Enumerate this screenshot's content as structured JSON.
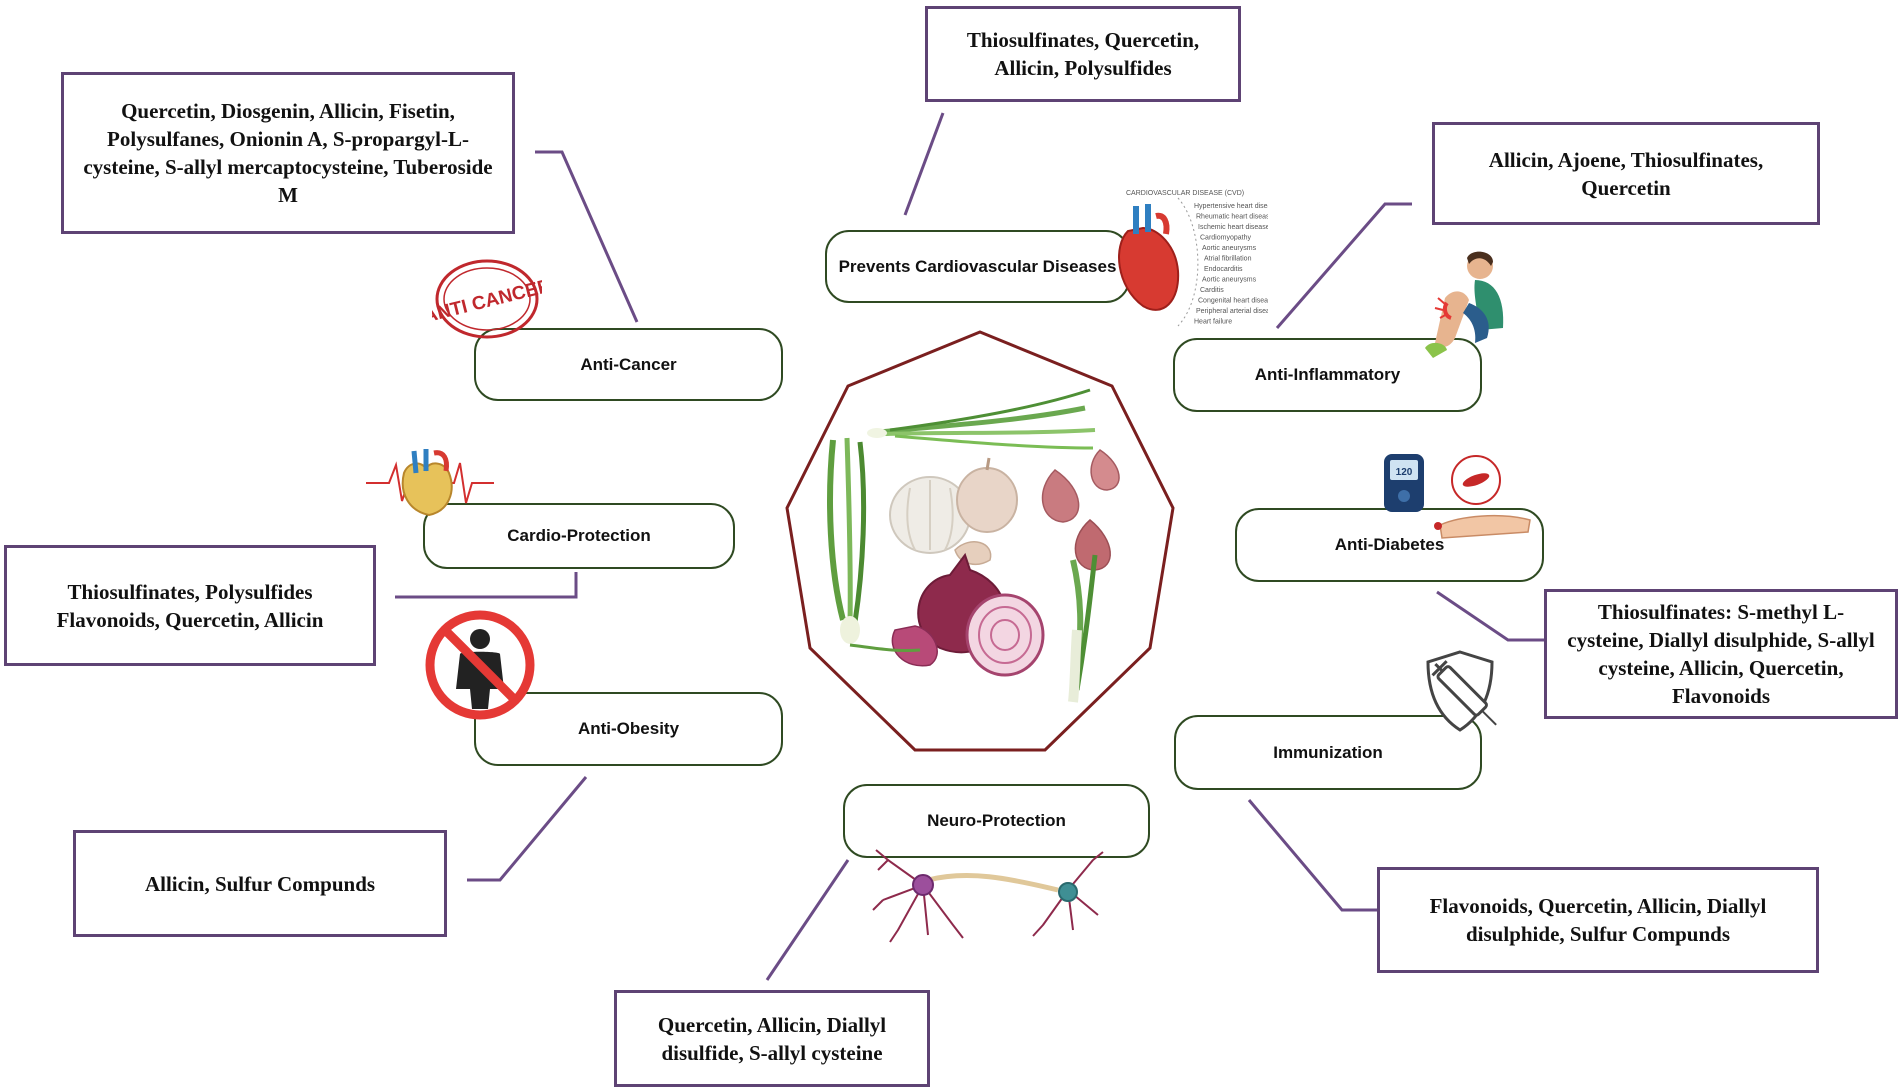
{
  "categories": {
    "cardiovascular": "Prevents Cardiovascular Diseases",
    "anti_cancer": "Anti-Cancer",
    "anti_inflammatory": "Anti-Inflammatory",
    "cardio_protection": "Cardio-Protection",
    "anti_diabetes": "Anti-Diabetes",
    "anti_obesity": "Anti-Obesity",
    "immunization": "Immunization",
    "neuro_protection": "Neuro-Protection"
  },
  "compounds": {
    "cardiovascular": "Thiosulfinates, Quercetin, Allicin, Polysulfides",
    "anti_cancer": "Quercetin, Diosgenin, Allicin, Fisetin, Polysulfanes, Onionin A, S-propargyl-L-cysteine, S-allyl mercaptocysteine, Tuberoside M",
    "anti_inflammatory": "Allicin, Ajoene, Thiosulfinates, Quercetin",
    "cardio_protection": "Thiosulfinates, Polysulfides Flavonoids, Quercetin, Allicin",
    "anti_diabetes": "Thiosulfinates: S-methyl L-cysteine, Diallyl disulphide, S-allyl cysteine, Allicin, Quercetin, Flavonoids",
    "anti_obesity": "Allicin, Sulfur Compunds",
    "immunization": "Flavonoids, Quercetin, Allicin, Diallyl disulphide, Sulfur Compunds",
    "neuro_protection": "Quercetin, Allicin, Diallyl disulfide, S-allyl cysteine"
  },
  "icons": {
    "anti_cancer_stamp": "ANTI CANCER",
    "cvd_chart_title": "CARDIOVASCULAR DISEASE (CVD)",
    "cvd_chart_items": [
      "Hypertensive heart disease",
      "Rheumatic heart disease",
      "Ischemic heart disease",
      "Cardiomyopathy",
      "Aortic aneurysms",
      "Atrial fibrillation",
      "Endocarditis",
      "Aortic aneurysms",
      "Carditis",
      "Congenital heart disease",
      "Peripheral arterial disease",
      "Heart failure"
    ],
    "glucometer_reading": "120"
  },
  "colors": {
    "compound_border": "#5e4374",
    "category_border": "#2f4a22",
    "connector": "#6b4c86",
    "octagon": "#7a1f1f"
  }
}
